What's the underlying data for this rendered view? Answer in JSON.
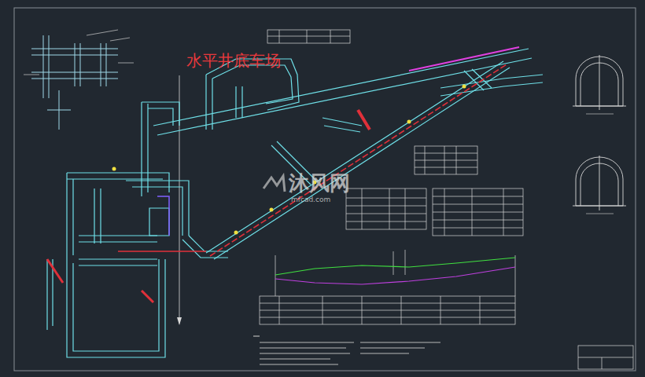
{
  "diagram": {
    "labels": [
      "水平井底车场",
      "沐风网",
      "mfcad.com"
    ]
  }
}
